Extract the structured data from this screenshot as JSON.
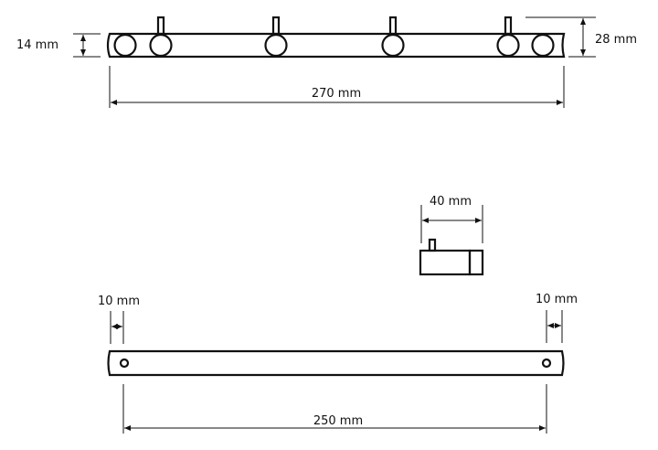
{
  "top_view": {
    "height_label": "14 mm",
    "total_height_label": "28 mm",
    "length_label": "270 mm"
  },
  "side_view": {
    "depth_label": "40 mm"
  },
  "back_view": {
    "left_hole_offset_label": "10 mm",
    "right_hole_offset_label": "10 mm",
    "hole_spacing_label": "250 mm"
  },
  "colors": {
    "line": "#111111",
    "background": "#ffffff"
  }
}
